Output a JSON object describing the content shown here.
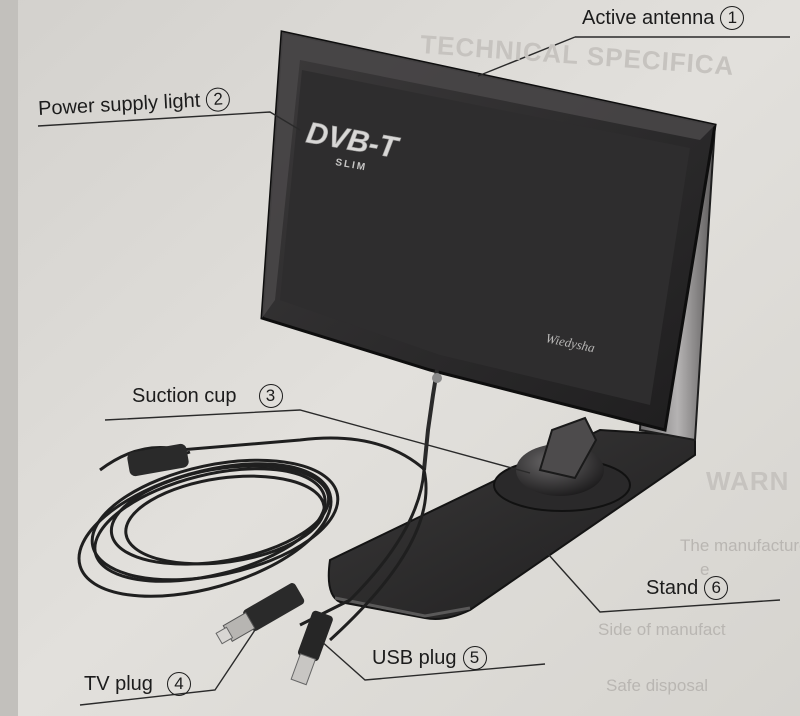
{
  "callouts": [
    {
      "label": "Active antenna",
      "num": "1"
    },
    {
      "label": "Power supply light",
      "num": "2"
    },
    {
      "label": "Suction cup",
      "num": "3"
    },
    {
      "label": "TV plug",
      "num": "4"
    },
    {
      "label": "USB plug",
      "num": "5"
    },
    {
      "label": "Stand",
      "num": "6"
    }
  ],
  "antenna": {
    "logo_main": "DVB-T",
    "logo_sub": "SLIM",
    "brand": "Wiedysha"
  },
  "bleed_text": {
    "top_heading": "TECHNICAL SPECIFICA",
    "warning_heading": "WARN",
    "lines": [
      "The manufacture",
      "e",
      "Side of manufact",
      "Safe disposal"
    ]
  },
  "colors": {
    "paper": "#dcdad6",
    "antenna_body": "#2b2a2b",
    "antenna_frame": "#4a4849",
    "cable": "#1f1f1f",
    "ink": "#1c1c1c"
  }
}
